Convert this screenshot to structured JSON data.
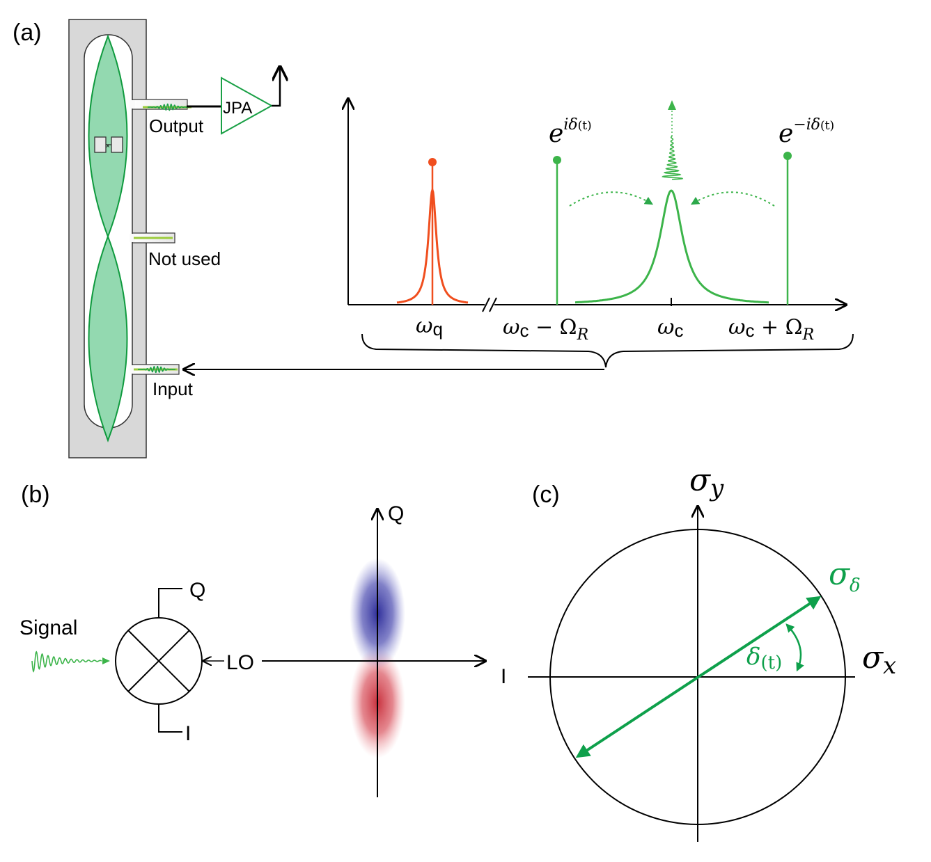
{
  "panels": {
    "a": {
      "label": "(a)"
    },
    "b": {
      "label": "(b)"
    },
    "c": {
      "label": "(c)"
    }
  },
  "device": {
    "amplifier_label": "JPA",
    "output_label": "Output",
    "unused_label": "Not used",
    "input_label": "Input"
  },
  "spectrum": {
    "omega_q": {
      "symbol": "ω",
      "sub": "q"
    },
    "left_sideband": {
      "symbol": "ω",
      "sub": "c",
      "rest": " − Ω",
      "rest_sub": "R"
    },
    "omega_c": {
      "symbol": "ω",
      "sub": "c"
    },
    "right_sideband": {
      "symbol": "ω",
      "sub": "c",
      "rest": " + Ω",
      "rest_sub": "R"
    },
    "left_phase": {
      "base": "e",
      "sup": "iδ",
      "sup_paren": "(t)"
    },
    "right_phase": {
      "base": "e",
      "sup": "−iδ",
      "sup_paren": "(t)"
    }
  },
  "mixer": {
    "signal_label": "Signal",
    "lo_label": "LO",
    "q_out": "Q",
    "i_out": "I"
  },
  "iq_plane": {
    "q_axis": "Q",
    "i_axis": "I"
  },
  "bloch": {
    "y_axis": {
      "base": "σ",
      "sub": "y"
    },
    "x_axis": {
      "base": "σ",
      "sub": "x"
    },
    "vector": {
      "base": "σ",
      "sub": "δ"
    },
    "angle": {
      "base": "δ",
      "sub": "(t)"
    }
  },
  "colors": {
    "green": "#2ca84a",
    "green_fill": "#93d9b0",
    "orange": "#f04e1e",
    "blue": "#3b3ea8",
    "red": "#d94b57",
    "device_gray": "#d8d8d8"
  }
}
